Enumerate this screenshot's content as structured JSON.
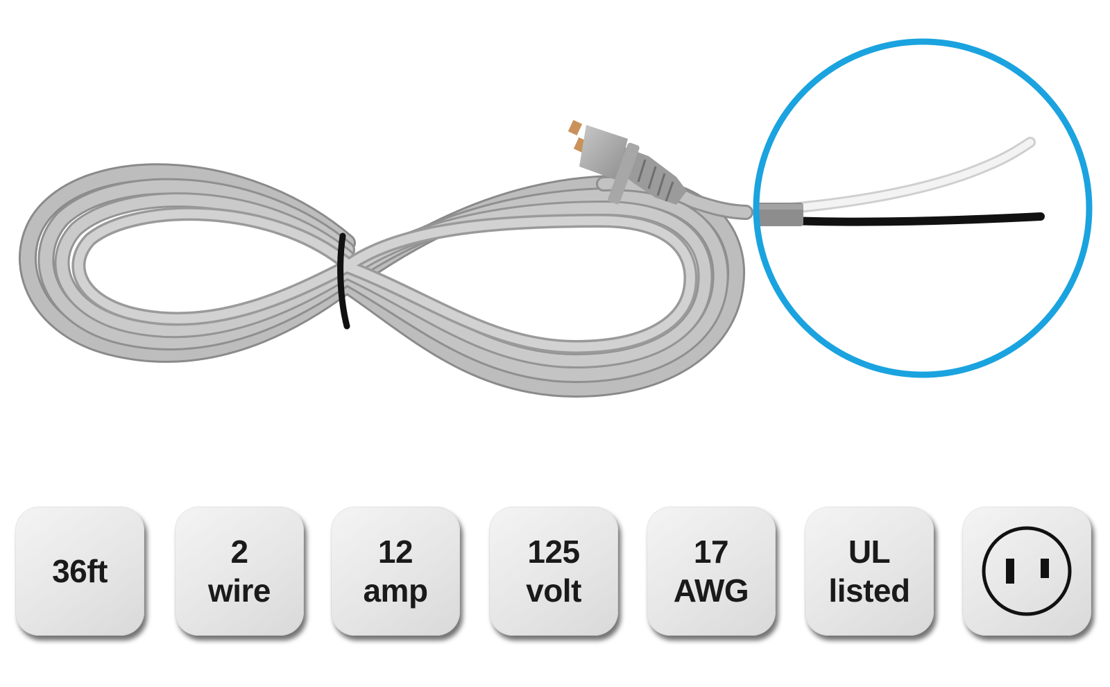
{
  "colors": {
    "cord_gray": "#b9b9b9",
    "cord_shadow": "#8f8f8f",
    "callout_ring": "#1aa3df",
    "tile_bg": "#e8e8e8",
    "tile_text": "#1a1a1a"
  },
  "specs": [
    {
      "line1": "36ft",
      "line2": ""
    },
    {
      "line1": "2",
      "line2": "wire"
    },
    {
      "line1": "12",
      "line2": "amp"
    },
    {
      "line1": "125",
      "line2": "volt"
    },
    {
      "line1": "17",
      "line2": "AWG"
    },
    {
      "line1": "UL",
      "line2": "listed"
    }
  ],
  "plug_icon": "two-prong-outlet-icon"
}
